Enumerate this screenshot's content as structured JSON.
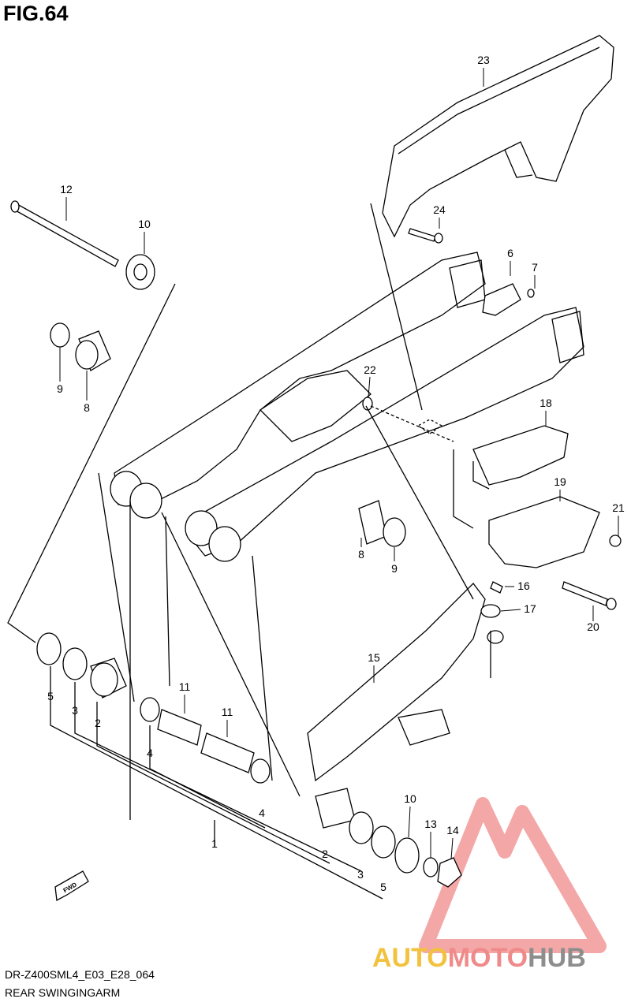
{
  "figure": {
    "title": "FIG.64"
  },
  "footer": {
    "code": "DR-Z400SML4_E03_E28_064",
    "name": "REAR SWINGINGARM"
  },
  "fwd_label": "FWD",
  "watermark": {
    "part1": "AUTO",
    "part2": "MOTO",
    "part3": "HUB",
    "colors": {
      "auto": "#f2c23e",
      "moto": "#f08a8a",
      "hub": "#8d8d8d"
    }
  },
  "callouts": [
    "1",
    "2",
    "2",
    "3",
    "3",
    "4",
    "4",
    "5",
    "5",
    "6",
    "7",
    "8",
    "8",
    "9",
    "9",
    "10",
    "10",
    "11",
    "11",
    "12",
    "13",
    "14",
    "15",
    "16",
    "17",
    "18",
    "19",
    "20",
    "21",
    "22",
    "23",
    "24"
  ]
}
